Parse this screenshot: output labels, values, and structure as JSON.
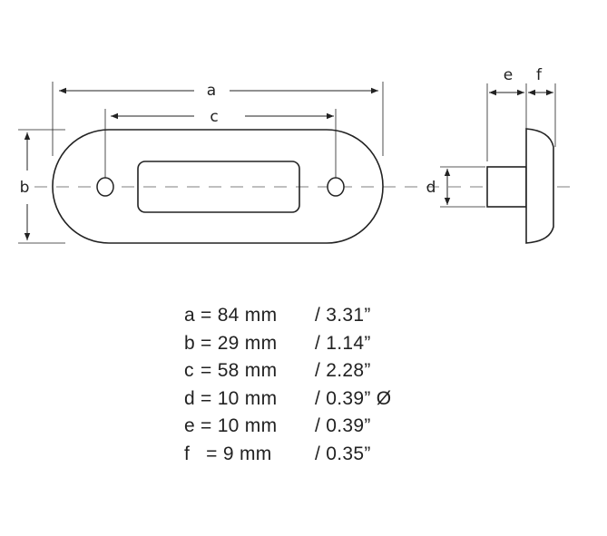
{
  "diagram": {
    "labels": {
      "a": "a",
      "b": "b",
      "c": "c",
      "d": "d",
      "e": "e",
      "f": "f"
    }
  },
  "specs": [
    {
      "key": "a",
      "metric": "= 84 mm",
      "imperial": "/ 3.31”",
      "symbol": ""
    },
    {
      "key": "b",
      "metric": "= 29 mm",
      "imperial": "/ 1.14”",
      "symbol": ""
    },
    {
      "key": "c",
      "metric": "= 58 mm",
      "imperial": "/ 2.28”",
      "symbol": ""
    },
    {
      "key": "d",
      "metric": "= 10 mm",
      "imperial": "/ 0.39”",
      "symbol": "Ø"
    },
    {
      "key": "e",
      "metric": "= 10 mm",
      "imperial": "/ 0.39”",
      "symbol": ""
    },
    {
      "key": "f",
      "metric": " = 9 mm",
      "imperial": "/ 0.35”",
      "symbol": ""
    }
  ]
}
